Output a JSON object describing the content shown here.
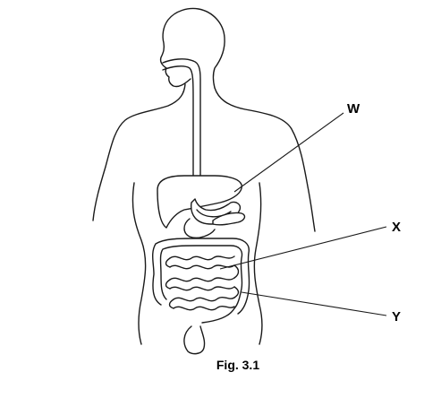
{
  "labels": {
    "w": "W",
    "x": "X",
    "y": "Y"
  },
  "caption": "Fig. 3.1"
}
